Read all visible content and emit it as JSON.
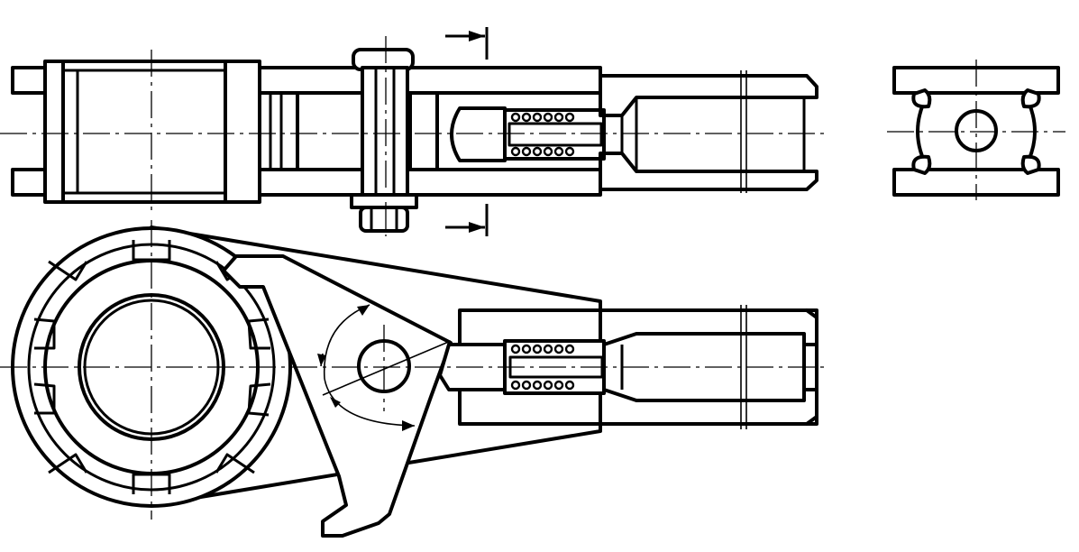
{
  "drawing": {
    "views": [
      "front-section",
      "side-section",
      "plan-view"
    ],
    "colors": {
      "line": "#000000",
      "background": "#ffffff"
    },
    "hatch_pattern": "diagonal-45",
    "section_arrows": 2,
    "spring_coils_per_view": 6
  }
}
